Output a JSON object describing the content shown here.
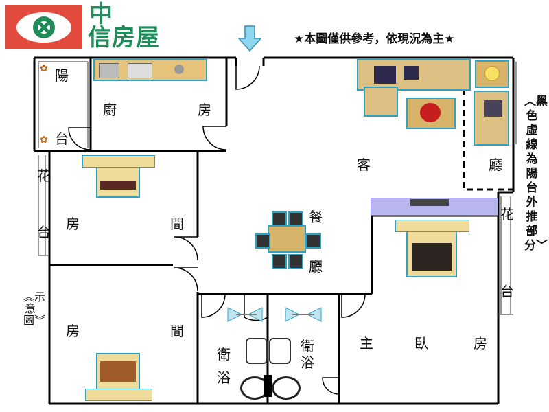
{
  "header": {
    "brand_line1": "中",
    "brand_line2": "信房屋",
    "disclaimer": "★本圖僅供參考，依現況為主★"
  },
  "rooms": {
    "balcony_top": [
      "陽",
      "台"
    ],
    "kitchen": [
      "廚",
      "房"
    ],
    "living": [
      "客",
      "廳"
    ],
    "dining": [
      "餐",
      "廳"
    ],
    "bedroom1": [
      "房",
      "間"
    ],
    "bedroom2": [
      "房",
      "間"
    ],
    "flower_left": [
      "花",
      "台"
    ],
    "flower_right": [
      "花",
      "台"
    ],
    "bath1": [
      "衛",
      "浴"
    ],
    "bath2": [
      "衛",
      "浴"
    ],
    "master": [
      "主",
      "臥",
      "房"
    ]
  },
  "notes": {
    "right_note": "︿黑色虛線為陽台外推部分﹀",
    "left_note": "︽示意圖︾"
  },
  "colors": {
    "logo_red": "#e24b3e",
    "brand_green": "#1f8c5a",
    "entry_arrow": "#8fd6ef",
    "furniture_outline": "#2fa2c4",
    "tv_cabinet": "#b9b6ee"
  },
  "icons": [
    "logo-emblem-icon",
    "entry-arrow-icon",
    "plant-icon",
    "shower-icon",
    "toilet-icon",
    "sink-icon"
  ]
}
